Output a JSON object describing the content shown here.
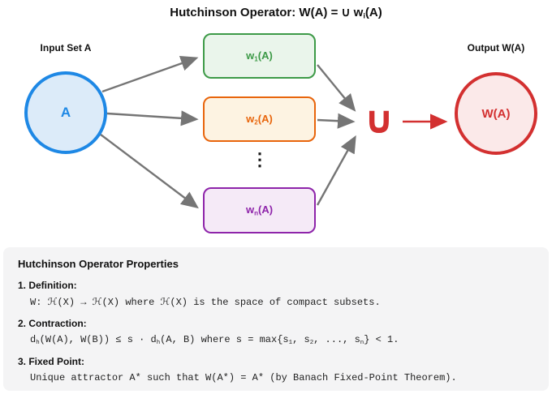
{
  "title": {
    "segments": [
      {
        "t": "Hutchinson Operator: W(A) = ∪ w"
      },
      {
        "t": "i",
        "sub": true
      },
      {
        "t": "(A)"
      }
    ]
  },
  "diagram": {
    "input_label": "Input Set A",
    "input_circle_label": "A",
    "boxes": [
      {
        "label": [
          {
            "t": "w"
          },
          {
            "t": "1",
            "sub": true
          },
          {
            "t": "(A)"
          }
        ]
      },
      {
        "label": [
          {
            "t": "w"
          },
          {
            "t": "2",
            "sub": true
          },
          {
            "t": "(A)"
          }
        ]
      },
      {
        "label": [
          {
            "t": "w"
          },
          {
            "t": "n",
            "sub": true
          },
          {
            "t": "(A)"
          }
        ]
      }
    ],
    "ellipsis": "⋮",
    "union_symbol": "∪",
    "output_label": "Output W(A)",
    "output_circle_label": "W(A)"
  },
  "properties": {
    "heading": "Hutchinson Operator Properties",
    "items": [
      {
        "label": "1. Definition:",
        "formula": [
          {
            "t": "W: ℋ(X) → ℋ(X) where ℋ(X) is the space of compact subsets."
          }
        ]
      },
      {
        "label": "2. Contraction:",
        "formula": [
          {
            "t": "d"
          },
          {
            "t": "h",
            "sub": true
          },
          {
            "t": "(W(A), W(B)) ≤ s · d"
          },
          {
            "t": "h",
            "sub": true
          },
          {
            "t": "(A, B) where s = max{s"
          },
          {
            "t": "1",
            "sub": true
          },
          {
            "t": ", s"
          },
          {
            "t": "2",
            "sub": true
          },
          {
            "t": ", ..., s"
          },
          {
            "t": "n",
            "sub": true
          },
          {
            "t": "} < 1."
          }
        ]
      },
      {
        "label": "3. Fixed Point:",
        "formula": [
          {
            "t": "Unique attractor A* such that W(A*) = A* (by Banach Fixed-Point Theorem)."
          }
        ]
      }
    ]
  },
  "colors": {
    "blue": "#1E88E5",
    "blue_fill": "#DCEBF9",
    "green": "#3D9A47",
    "green_fill": "#EAF5EB",
    "orange": "#E8650C",
    "orange_fill": "#FDF3E2",
    "purple": "#8E24AA",
    "purple_fill": "#F5EAF7",
    "red": "#D33030",
    "red_fill": "#FBE9E9",
    "arrow_gray": "#757575",
    "panel_bg": "#F4F4F5"
  }
}
